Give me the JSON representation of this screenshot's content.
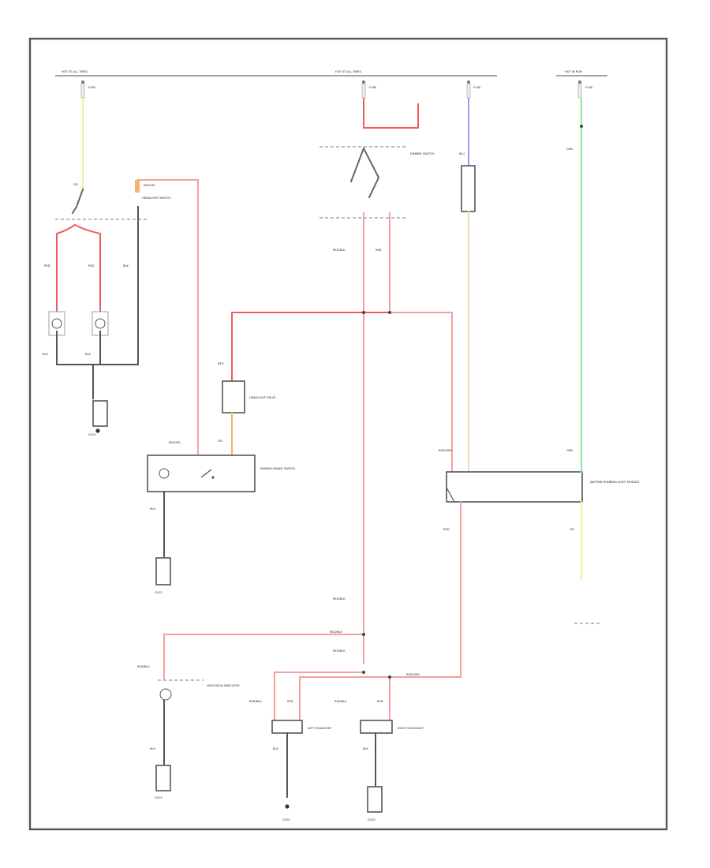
{
  "diagram": {
    "labels": {
      "bus_left": "HOT AT ALL TIMES",
      "bus_mid": "HOT AT ALL TIMES",
      "bus_right": "HOT IN RUN",
      "fuse_left": "FUSE",
      "fuse_mid": "FUSE",
      "fuse_right": "FUSE",
      "fuse_far": "FUSE",
      "sw_headlight": "HEADLIGHT SWITCH",
      "sw_dimmer": "DIMMER SWITCH",
      "relay": "HEADLIGHT RELAY",
      "module": "DAYTIME RUNNING LIGHT MODULE",
      "left_hl": "LEFT HEADLIGHT",
      "right_hl": "RIGHT HEADLIGHT",
      "high_beam_ind": "HIGH BEAM INDICATOR",
      "ground_1": "G101",
      "ground_2": "G102",
      "ground_3": "G103",
      "ground_4": "G104",
      "ground_5": "G105",
      "parking_brake": "PARKING BRAKE SWITCH",
      "wire_red": "RED",
      "wire_red_yel": "RED/YEL",
      "wire_red_blk": "RED/BLK",
      "wire_red_grn": "RED/GRN",
      "wire_blk": "BLK",
      "wire_yel": "YEL",
      "wire_grn": "GRN",
      "wire_blu": "BLU"
    },
    "colors": {
      "red": "#f45a5a",
      "pink": "#f4a0a0",
      "yellow": "#f2ef9a",
      "green": "#93e89b",
      "blue": "#9a9af2",
      "tan": "#eed9b0",
      "orange": "#f3b46a",
      "black": "#555555"
    }
  }
}
